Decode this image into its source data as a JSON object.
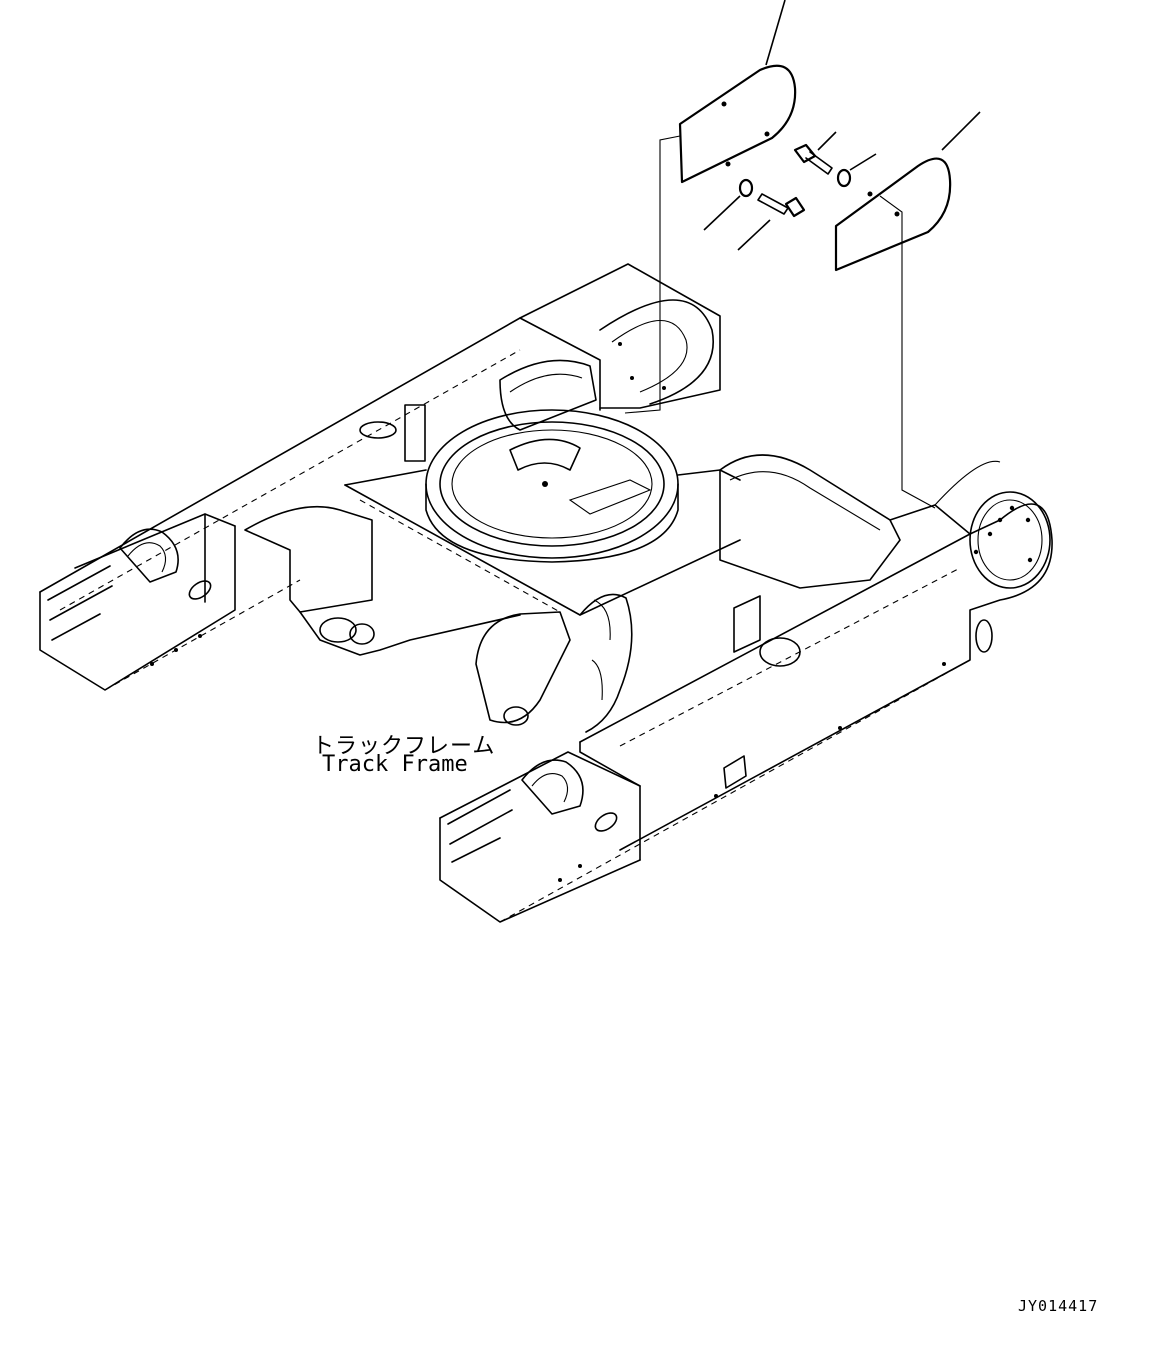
{
  "labels": {
    "track_frame_jp": "トラックフレーム",
    "track_frame_en": "Track Frame"
  },
  "drawing_id": "JY014417"
}
